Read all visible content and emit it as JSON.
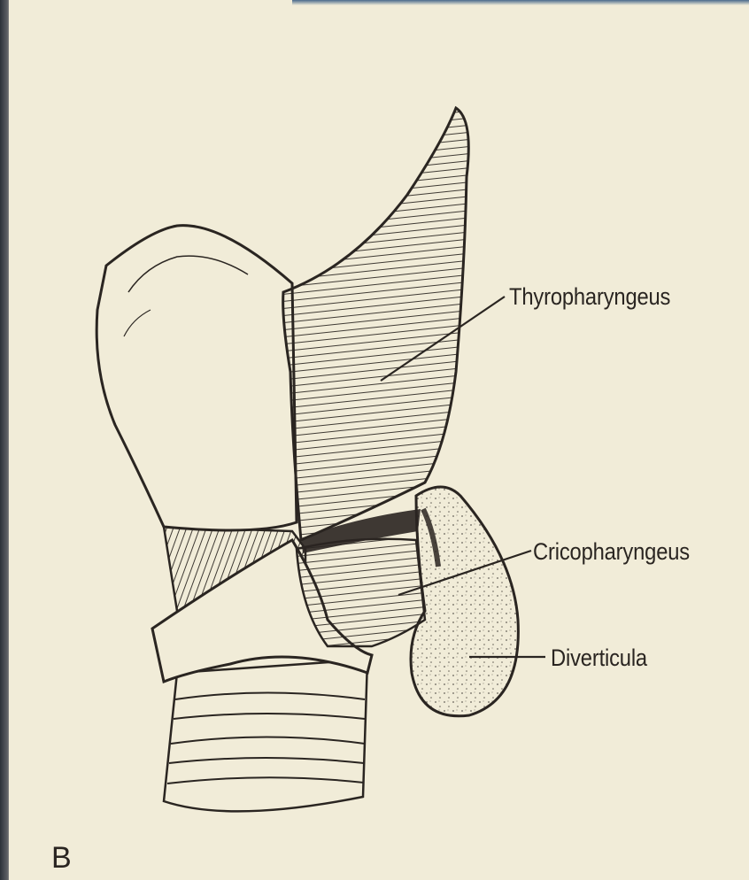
{
  "figure": {
    "panel_letter": "B",
    "labels": {
      "thyropharyngeus": "Thyropharyngeus",
      "cricopharyngeus": "Cricopharyngeus",
      "diverticula": "Diverticula"
    }
  },
  "colors": {
    "paper": "#f1ecd8",
    "ink": "#2a2521",
    "shadow": "#2b3138"
  }
}
